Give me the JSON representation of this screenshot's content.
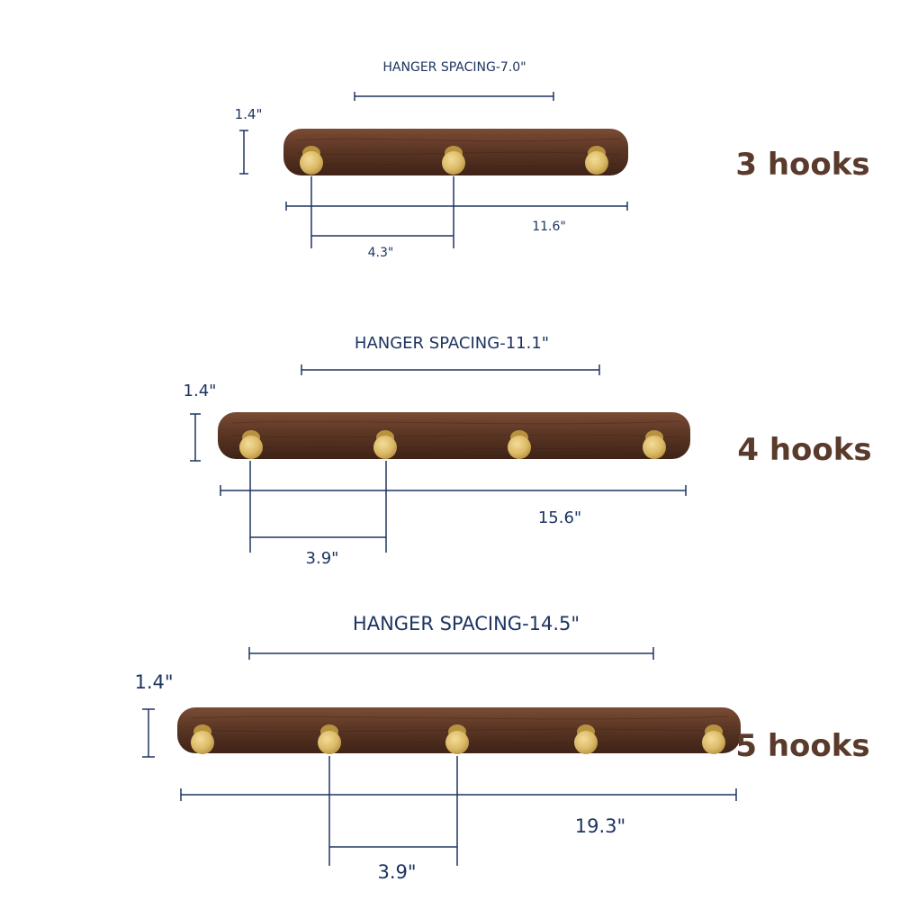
{
  "colors": {
    "dimension": "#1d3461",
    "wood_dark": "#4a2a1c",
    "wood_mid": "#6e4430",
    "wood_light": "#8a5a40",
    "brass": "#e0c070",
    "brass_shadow": "#b8923f",
    "hooks_label": "#5a3a2a"
  },
  "racks": [
    {
      "hanger_spacing": "HANGER SPACING-7.0\"",
      "height": "1.4\"",
      "total_length": "11.6\"",
      "hook_spacing": "4.3\"",
      "hooks_label": "3 hooks",
      "hook_count": 3
    },
    {
      "hanger_spacing": "HANGER SPACING-11.1\"",
      "height": "1.4\"",
      "total_length": "15.6\"",
      "hook_spacing": "3.9\"",
      "hooks_label": "4 hooks",
      "hook_count": 4
    },
    {
      "hanger_spacing": "HANGER SPACING-14.5\"",
      "height": "1.4\"",
      "total_length": "19.3\"",
      "hook_spacing": "3.9\"",
      "hooks_label": "5 hooks",
      "hook_count": 5
    }
  ]
}
